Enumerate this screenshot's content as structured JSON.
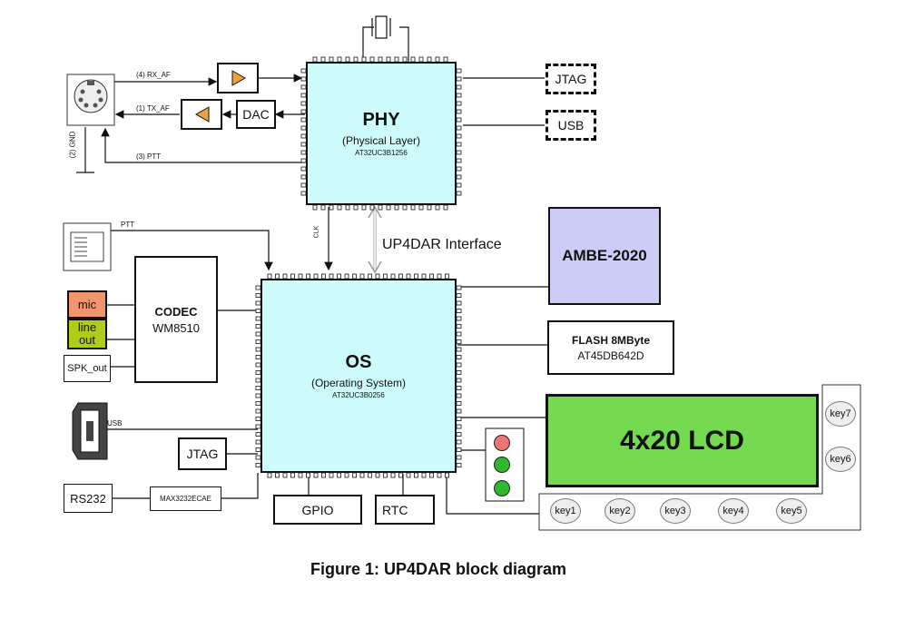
{
  "phy": {
    "title": "PHY",
    "subtitle": "(Physical Layer)",
    "part": "AT32UC3B1256"
  },
  "os": {
    "title": "OS",
    "subtitle": "(Operating System)",
    "part": "AT32UC3B0256"
  },
  "interface_label": "UP4DAR Interface",
  "clk_label": "CLK",
  "signals": {
    "rx_af": "(4) RX_AF",
    "tx_af": "(1) TX_AF",
    "ptt3": "(3) PTT",
    "gnd": "(2) GND",
    "ptt": "PTT",
    "usb": "USB"
  },
  "dac": "DAC",
  "jtag_phy": "JTAG",
  "usb_phy": "USB",
  "ambe": "AMBE-2020",
  "flash": {
    "title": "FLASH 8MByte",
    "part": "AT45DB642D"
  },
  "codec": {
    "title": "CODEC",
    "part": "WM8510"
  },
  "mic": "mic",
  "line_out": {
    "line1": "line",
    "line2": "out"
  },
  "spk_out": "SPK_out",
  "jtag_os": "JTAG",
  "rs232": "RS232",
  "max": "MAX3232ECAE",
  "gpio": "GPIO",
  "rtc": "RTC",
  "lcd": "4x20 LCD",
  "keys": [
    "key1",
    "key2",
    "key3",
    "key4",
    "key5",
    "key7",
    "key6"
  ],
  "caption": "Figure 1: UP4DAR block diagram",
  "colors": {
    "chip": "#cdfafa",
    "ambe": "#ccccf7",
    "lcd": "#73d94e",
    "mic": "#f0966e",
    "line_out": "#aecd16",
    "red_led": "#f27575",
    "green_led": "#2db82d"
  }
}
